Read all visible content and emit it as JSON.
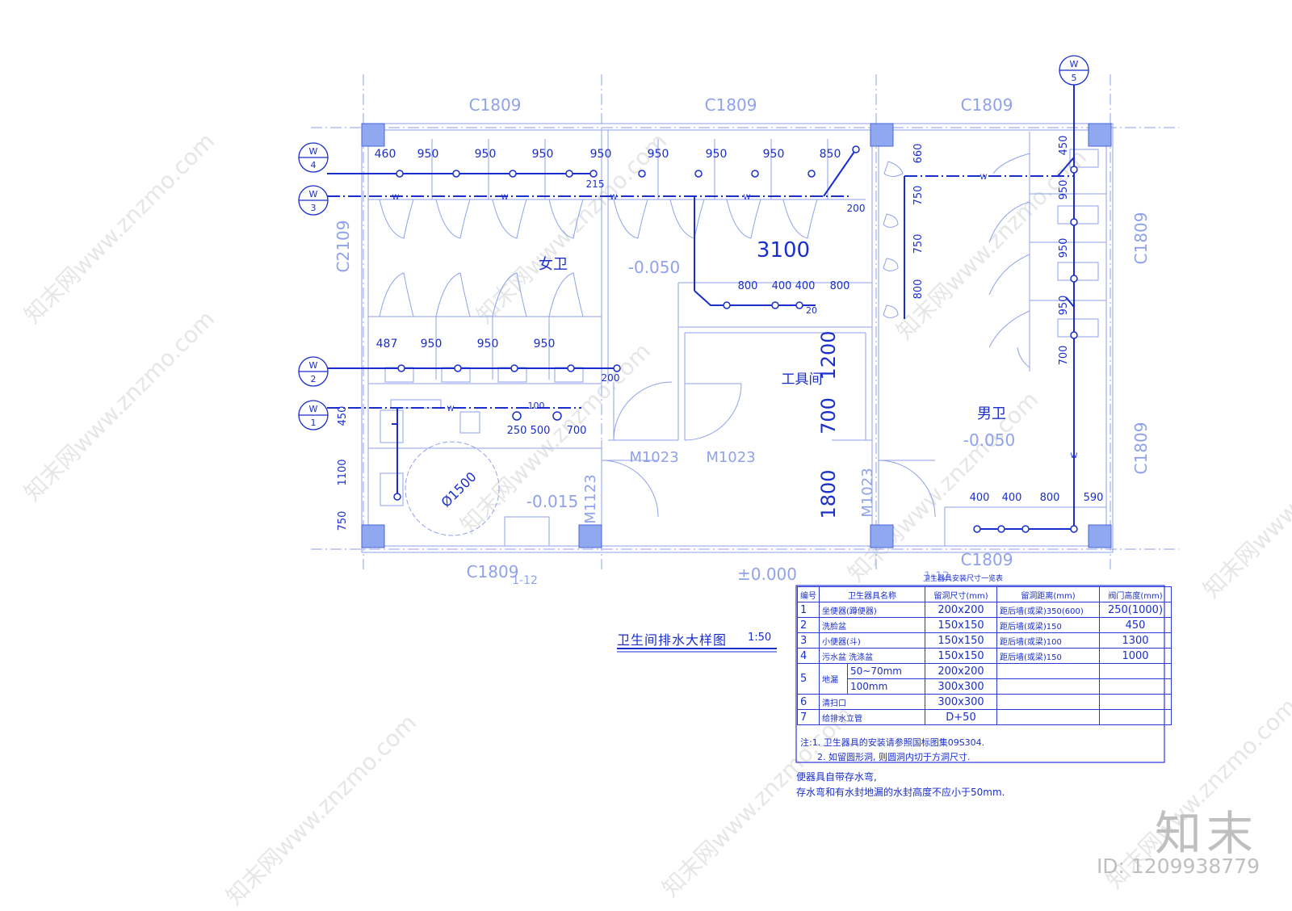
{
  "drawing": {
    "title": "卫生间排水大样图",
    "scale": "1:50",
    "rooms": {
      "women": "女卫",
      "men": "男卫",
      "tool": "工具间"
    },
    "levels": {
      "women": "-0.050",
      "men": "-0.050",
      "accessible": "-0.015",
      "corridor": "±0.000"
    },
    "windows": {
      "top1": "C1809",
      "top2": "C1809",
      "top3": "C1809",
      "bottom1": "C1809",
      "bottom2": "C1809",
      "left": "C2109",
      "right1": "C1809",
      "right2": "C1809"
    },
    "doors": {
      "d1": "M1023",
      "d2": "M1023",
      "d3": "M1123",
      "d4": "M1023"
    },
    "circle_label": "Ø1500",
    "section_marks": {
      "s1": "1-12",
      "s2": "1-12"
    },
    "axis_tags": [
      {
        "top": "W",
        "bottom": "4"
      },
      {
        "top": "W",
        "bottom": "3"
      },
      {
        "top": "W",
        "bottom": "2"
      },
      {
        "top": "W",
        "bottom": "1"
      },
      {
        "top": "W",
        "bottom": "5"
      }
    ],
    "pipe_letter": "W",
    "dims": {
      "row4": [
        "460",
        "950",
        "950",
        "950",
        "950",
        "950",
        "950",
        "950",
        "850"
      ],
      "d215": "215",
      "d200a": "200",
      "big3100": "3100",
      "mid": [
        "800",
        "400",
        "400",
        "800"
      ],
      "d20": "20",
      "row2": [
        "487",
        "950",
        "950",
        "950"
      ],
      "d200b": "200",
      "d100": "100",
      "row1": [
        "250",
        "500",
        "700"
      ],
      "left_vert": [
        "450",
        "1100",
        "750"
      ],
      "tool_vert": [
        "1200",
        "700",
        "1800"
      ],
      "urinal_vert": [
        "660",
        "750",
        "750",
        "800"
      ],
      "men_stall_vert": [
        "450",
        "950",
        "950",
        "950",
        "700"
      ],
      "men_bottom": [
        "400",
        "400",
        "800",
        "590"
      ]
    }
  },
  "table": {
    "caption": "卫生器具安装尺寸一览表",
    "headers": [
      "编号",
      "卫生器具名称",
      "留洞尺寸(mm)",
      "留洞距离(mm)",
      "阀门高度(mm)"
    ],
    "rows": [
      {
        "no": "1",
        "name": "坐便器(蹲便器)",
        "sub": "",
        "size": "200x200",
        "dist": "距后墙(或梁)350(600)",
        "valve": "250(1000)"
      },
      {
        "no": "2",
        "name": "洗脸盆",
        "sub": "",
        "size": "150x150",
        "dist": "距后墙(或梁)150",
        "valve": "450"
      },
      {
        "no": "3",
        "name": "小便器(斗)",
        "sub": "",
        "size": "150x150",
        "dist": "距后墙(或梁)100",
        "valve": "1300"
      },
      {
        "no": "4",
        "name": "污水盆  洗涤盆",
        "sub": "",
        "size": "150x150",
        "dist": "距后墙(或梁)150",
        "valve": "1000"
      },
      {
        "no": "5",
        "name": "地漏",
        "sub": "50~70mm",
        "size": "200x200",
        "dist": "",
        "valve": ""
      },
      {
        "no": "",
        "name": "",
        "sub": "100mm",
        "size": "300x300",
        "dist": "",
        "valve": ""
      },
      {
        "no": "6",
        "name": "清扫口",
        "sub": "",
        "size": "300x300",
        "dist": "",
        "valve": ""
      },
      {
        "no": "7",
        "name": "给排水立管",
        "sub": "",
        "size": "D+50",
        "dist": "",
        "valve": ""
      }
    ],
    "notes": [
      "注:1. 卫生器具的安装请参照国标图集09S304.",
      "2. 如留圆形洞, 则圆洞内切于方洞尺寸."
    ]
  },
  "footnotes": [
    "便器具自带存水弯,",
    "存水弯和有水封地漏的水封高度不应小于50mm."
  ],
  "watermark": {
    "text": "知末网www.znzmo.com",
    "brand": "知末",
    "id": "ID: 1209938779"
  },
  "colors": {
    "line": "#1a2ecc",
    "light": "#8fa2ea",
    "column": "#8fa8f0",
    "watermark": "#e6e6e6"
  }
}
